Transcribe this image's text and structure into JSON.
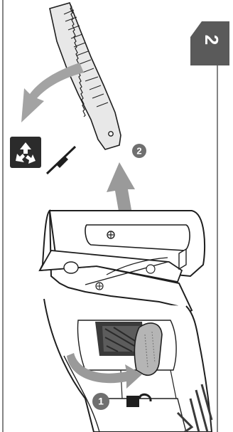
{
  "page_badge": {
    "label": "2"
  },
  "steps": [
    {
      "label": "1"
    },
    {
      "label": "2"
    }
  ],
  "icons": [
    "saw-blade-icon",
    "recycle-icon",
    "tool-icon",
    "unlock-icon",
    "curved-arrow-icon",
    "up-arrow-icon",
    "rotate-arrow-icon"
  ],
  "colors": {
    "page_badge_bg": "#5a5a5a",
    "step_circle": "#6f6f6f",
    "arrow": "#9a9a9a",
    "recycle_tile": "#2b2b2b",
    "line": "#1e1e1e",
    "blade": "#d6d6d6",
    "handle_dark": "#3a3a3a"
  }
}
